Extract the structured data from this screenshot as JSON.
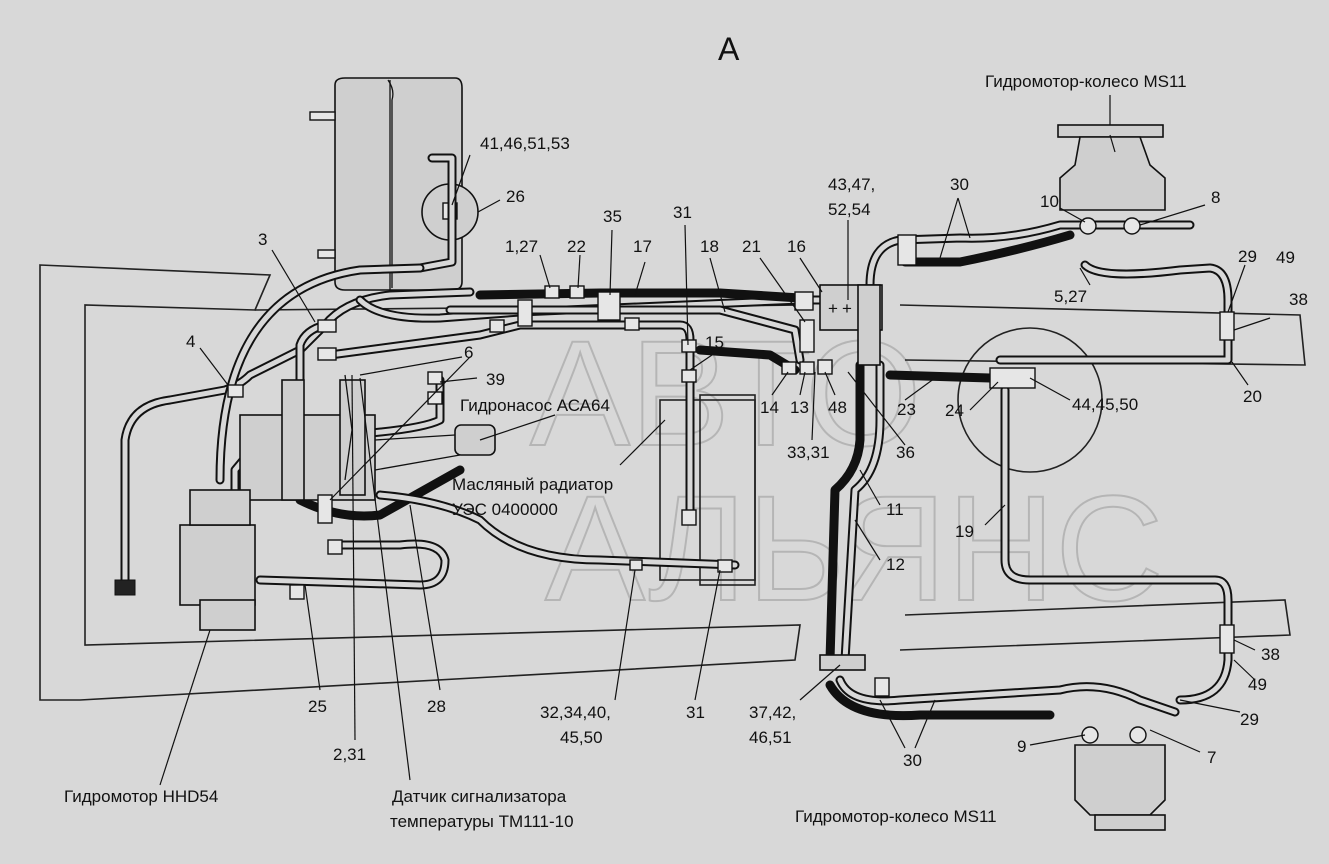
{
  "title": "A",
  "watermark": [
    "АВТО",
    "АЛЬЯНС"
  ],
  "labels": {
    "l_41": "41,46,51,53",
    "l_26": "26",
    "l_3": "3",
    "l_4": "4",
    "l_6": "6",
    "l_39": "39",
    "l_1_27": "1,27",
    "l_22": "22",
    "l_35": "35",
    "l_17": "17",
    "l_31a": "31",
    "l_18": "18",
    "l_21": "21",
    "l_16": "16",
    "l_43": "43,47,",
    "l_52": "52,54",
    "l_15": "15",
    "l_14": "14",
    "l_13": "13",
    "l_48": "48",
    "l_33_31": "33,31",
    "l_36": "36",
    "l_23": "23",
    "l_24": "24",
    "l_44": "44,45,50",
    "l_30a": "30",
    "l_10": "10",
    "l_8": "8",
    "l_29a": "29",
    "l_49a": "49",
    "l_38a": "38",
    "l_5_27": "5,27",
    "l_20": "20",
    "l_11": "11",
    "l_12": "12",
    "l_19": "19",
    "l_38b": "38",
    "l_49b": "49",
    "l_29b": "29",
    "l_7": "7",
    "l_9": "9",
    "l_30b": "30",
    "l_37": "37,42,",
    "l_46_51": "46,51",
    "l_31b": "31",
    "l_32": "32,34,40,",
    "l_45_50": "45,50",
    "l_28": "28",
    "l_25": "25",
    "l_2_31": "2,31"
  },
  "captions": {
    "wheel_motor_top": "Гидромотор-колесо MS11",
    "pump": "Гидронасос АСА64",
    "radiator_1": "Масляный радиатор",
    "radiator_2": "УЭС 0400000",
    "motor": "Гидромотор HHD54",
    "sensor_1": "Датчик сигнализатора",
    "sensor_2": "температуры ТМ111-10",
    "wheel_motor_bottom": "Гидромотор-колесо MS11"
  }
}
